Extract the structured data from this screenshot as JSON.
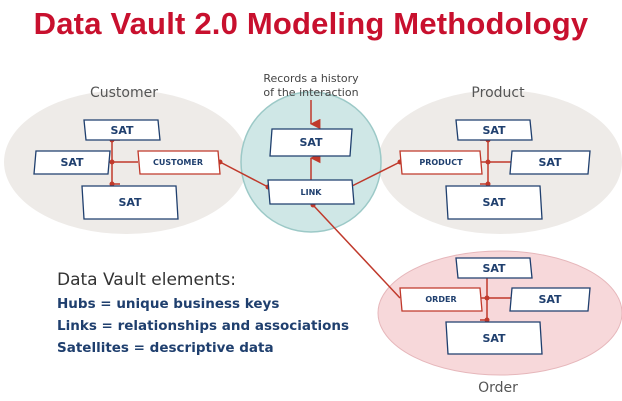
{
  "title": "Data Vault 2.0 Modeling Methodology",
  "groups": {
    "customer": "Customer",
    "product": "Product",
    "order": "Order"
  },
  "annotation": {
    "line1": "Records a history",
    "line2": "of the interaction"
  },
  "nodes": {
    "customer_hub": "CUSTOMER",
    "product_hub": "PRODUCT",
    "order_hub": "ORDER",
    "link": "LINK",
    "sat": "SAT"
  },
  "legend": {
    "heading": "Data Vault elements:",
    "hubs": "Hubs = unique business keys",
    "links": "Links = relationships and associations",
    "satellites": "Satellites = descriptive data"
  },
  "colors": {
    "title": "#c8102e",
    "hub_border": "#c0392b",
    "sat_border": "#1f3f6e",
    "connector": "#c0392b",
    "customer_ellipse": "#eeebe8",
    "product_ellipse": "#eeebe8",
    "order_ellipse": "#f7d8da",
    "link_circle": "#cfe7e6",
    "legend_text": "#1f3f6e"
  }
}
